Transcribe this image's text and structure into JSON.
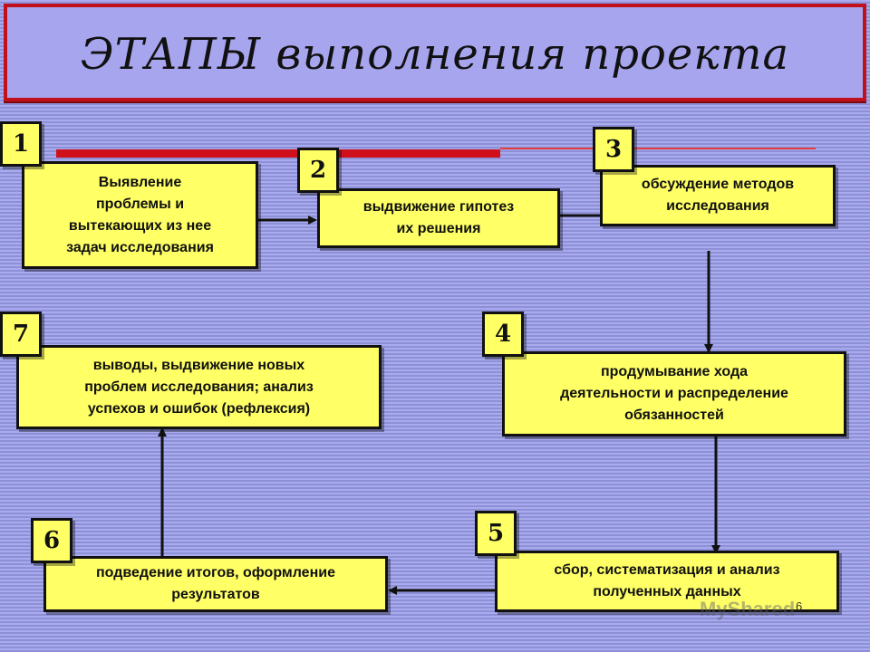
{
  "title": "ЭТАПЫ выполнения проекта",
  "steps": [
    {
      "number": "1",
      "text": "Выявление\nпроблемы и\nвытекающих из нее\nзадач исследования"
    },
    {
      "number": "2",
      "text": "выдвижение гипотез\nих решения"
    },
    {
      "number": "3",
      "text": "обсуждение методов\nисследования"
    },
    {
      "number": "4",
      "text": "продумывание хода\nдеятельности  и распределение\nобязанностей"
    },
    {
      "number": "5",
      "text": "сбор, систематизация и анализ\nполученных данных"
    },
    {
      "number": "6",
      "text": "подведение итогов, оформление\nрезультатов"
    },
    {
      "number": "7",
      "text": "выводы, выдвижение новых\nпроблем исследования; анализ\nуспехов и ошибок (рефлексия)"
    }
  ],
  "slide_number": "6",
  "watermark": "MyShared"
}
